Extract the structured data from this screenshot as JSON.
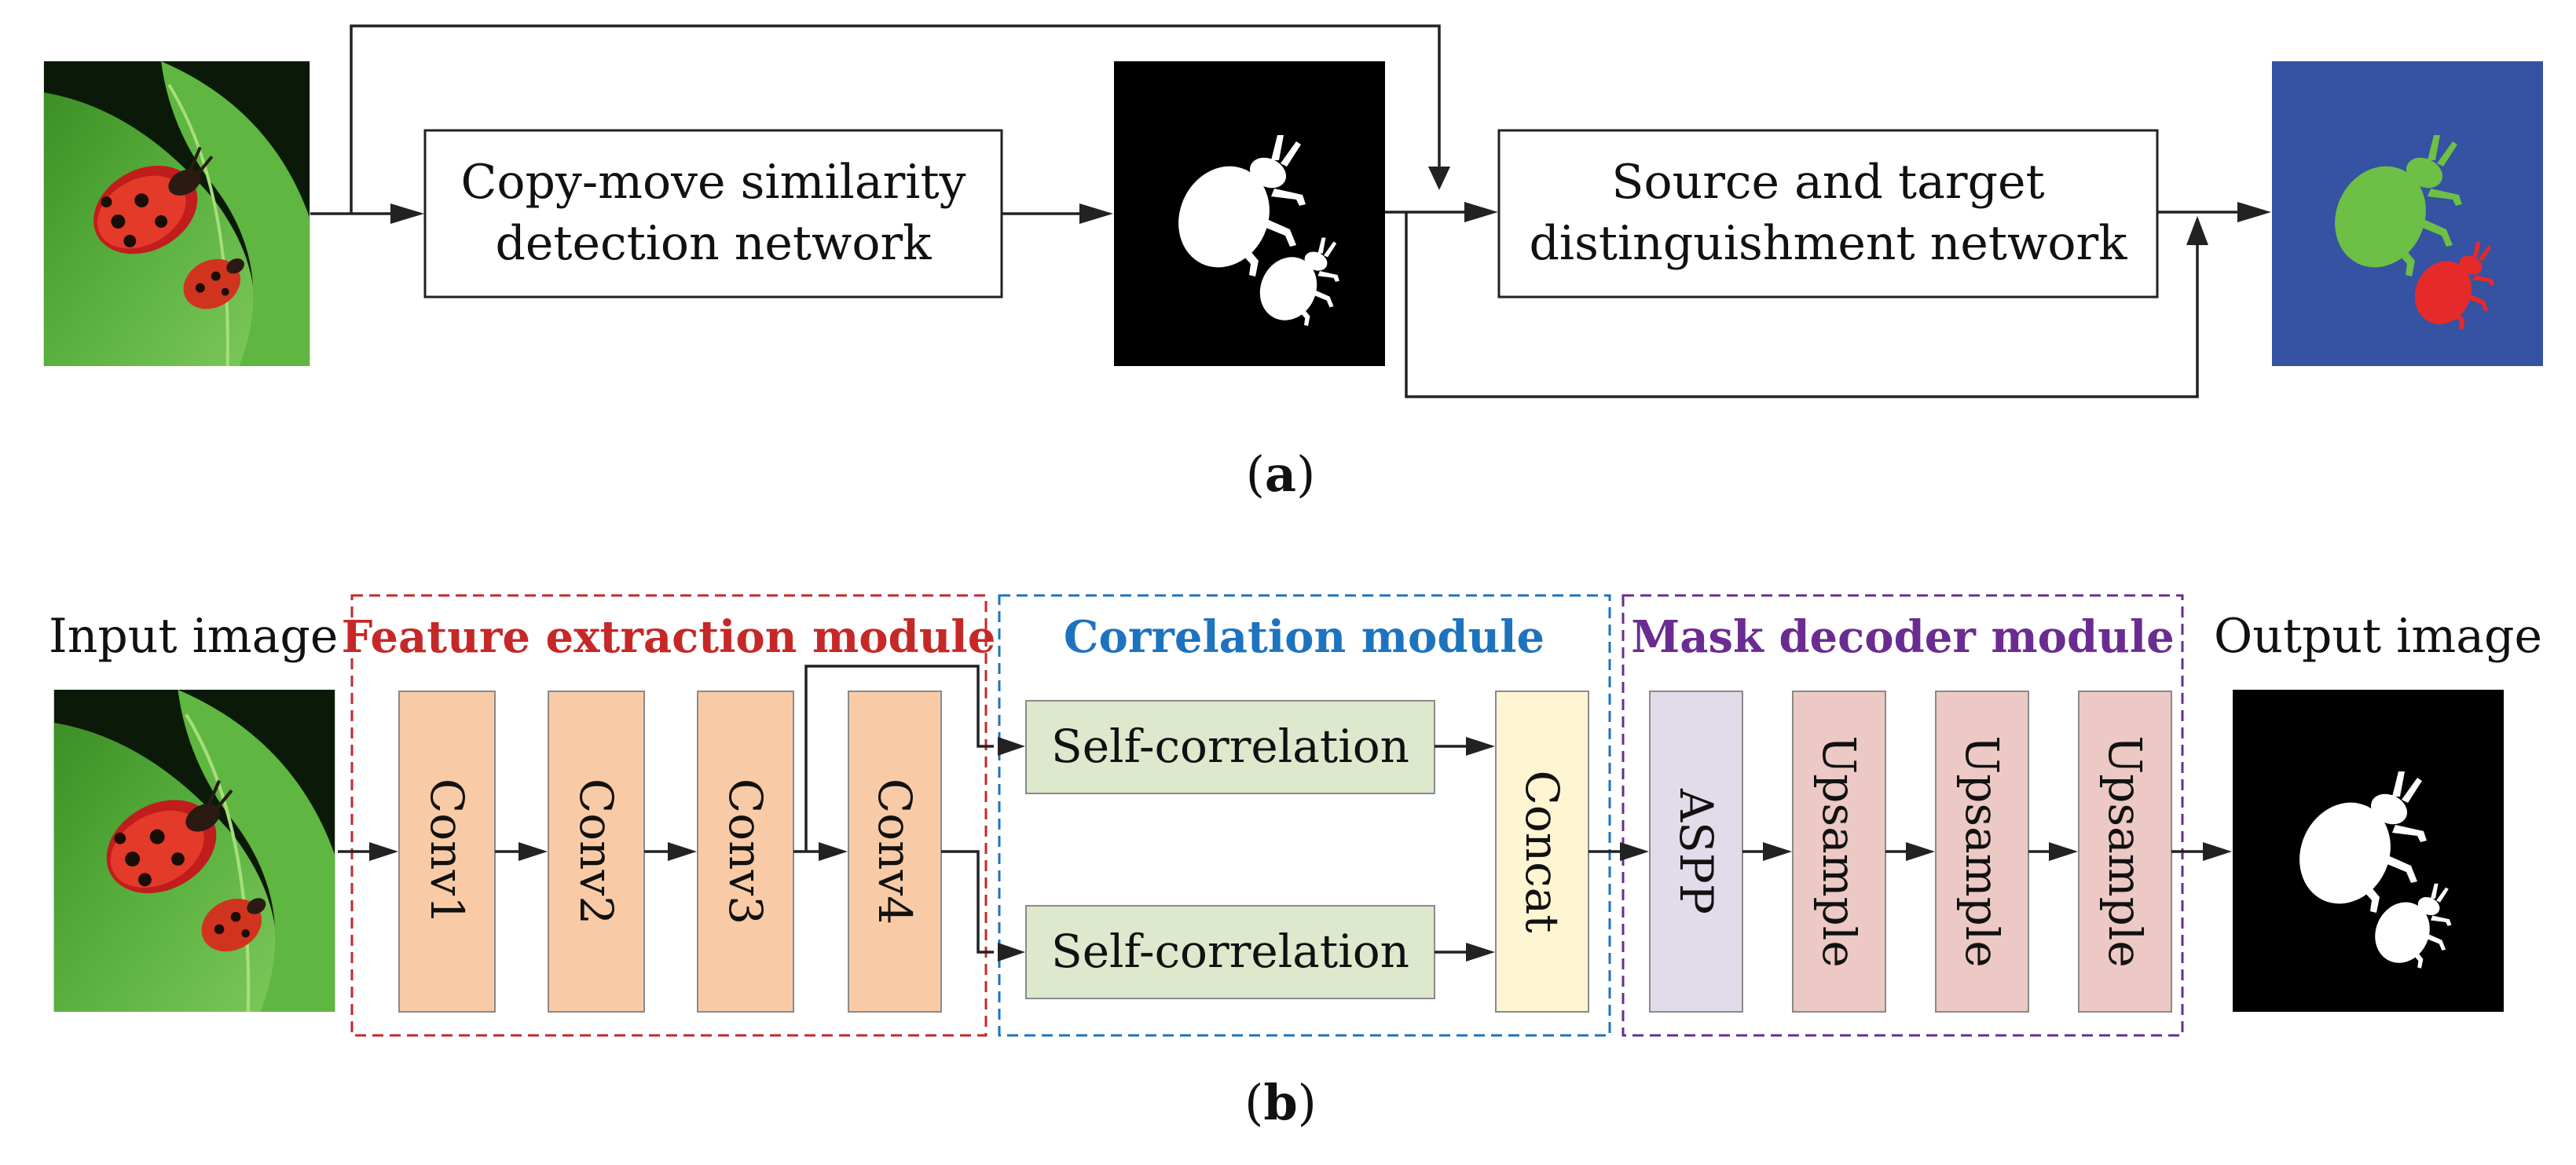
{
  "panel_a": {
    "caption_open": "(",
    "caption_letter": "a",
    "caption_close": ")",
    "block1_line1": "Copy-move similarity",
    "block1_line2": "detection network",
    "block2_line1": "Source and target",
    "block2_line2": "distinguishment network"
  },
  "panel_b": {
    "caption_open": "(",
    "caption_letter": "b",
    "caption_close": ")",
    "input_label": "Input image",
    "output_label": "Output image",
    "feature_module": {
      "title": "Feature extraction module",
      "color": "#c62828"
    },
    "correlation_module": {
      "title": "Correlation module",
      "color": "#1e73be"
    },
    "decoder_module": {
      "title": "Mask decoder module",
      "color": "#6a2c91"
    },
    "conv_layers": [
      "Conv1",
      "Conv2",
      "Conv3",
      "Conv4"
    ],
    "self_corr_top": "Self-correlation",
    "self_corr_bottom": "Self-correlation",
    "concat": "Concat",
    "aspp": "ASPP",
    "upsample_layers": [
      "Upsample",
      "Upsample",
      "Upsample"
    ]
  },
  "colors": {
    "conv_fill": "#f8cba6",
    "self_corr_fill": "#dde8cc",
    "concat_fill": "#fef6d2",
    "aspp_fill": "#e2dbe9",
    "upsample_fill": "#ecc9c4",
    "leaf_green": "#4ea636",
    "mask_bg": "#000000",
    "colored_mask_bg": "#3552a3",
    "source_green": "#6dbf45",
    "target_red": "#e52a2a"
  },
  "icons": [
    "ladybug-photo",
    "beetle-mask",
    "colored-mask"
  ]
}
